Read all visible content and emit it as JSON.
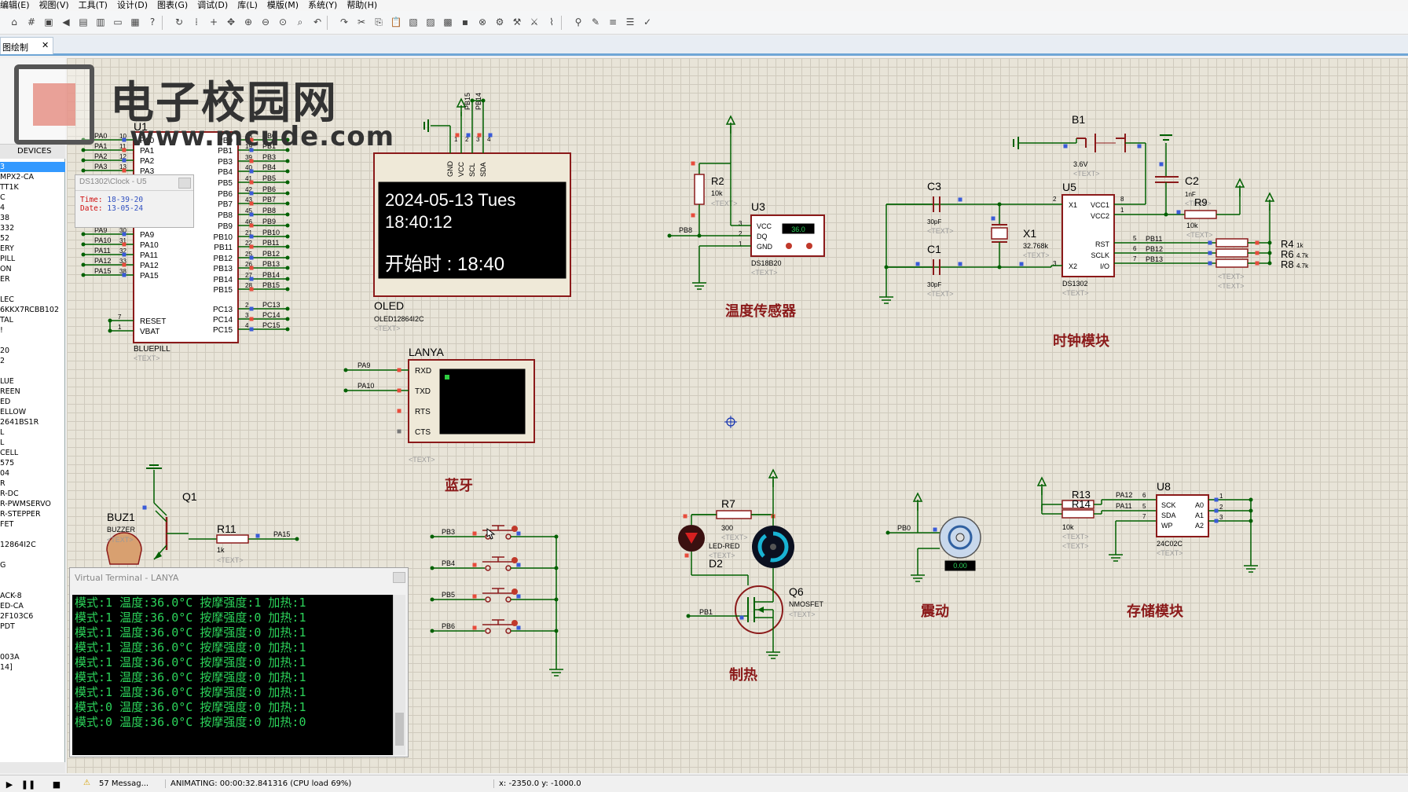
{
  "menu": [
    "编辑(E)",
    "视图(V)",
    "工具(T)",
    "设计(D)",
    "图表(G)",
    "调试(D)",
    "库(L)",
    "模版(M)",
    "系统(Y)",
    "帮助(H)"
  ],
  "tab": {
    "label": "图绘制",
    "close": "✕"
  },
  "sidebar": {
    "header": "DEVICES",
    "items": [
      "3",
      "MPX2-CA",
      "TT1K",
      "C",
      "4",
      "38",
      "332",
      "52",
      "ERY",
      "PILL",
      "ON",
      "ER",
      "",
      "LEC",
      "6KKX7RCBB102",
      "TAL",
      "!",
      "",
      "20",
      "2",
      "",
      "LUE",
      "REEN",
      "ED",
      "ELLOW",
      "2641BS1R",
      "L",
      "L",
      "CELL",
      "575",
      "04",
      "R",
      "R-DC",
      "R-PWMSERVO",
      "R-STEPPER",
      "FET",
      "",
      "12864I2C",
      "",
      "G",
      "",
      "",
      "ACK-8",
      "ED-CA",
      "2F103C6",
      "PDT",
      "",
      "",
      "003A",
      "14]"
    ]
  },
  "watermark": {
    "title": "电子校园网",
    "url": "www.mcude.com"
  },
  "clock_popup": {
    "title": "DS1302\\Clock - U5",
    "time_label": "Time:",
    "time": "18-39-20",
    "date_label": "Date:",
    "date": "13-05-24"
  },
  "oled": {
    "line1": "2024-05-13  Tues",
    "line2": "18:40:12",
    "line3": "开始时 : 18:40",
    "label": "OLED",
    "part": "OLED12864I2C"
  },
  "sections": {
    "temp": "温度传感器",
    "clock": "时钟模块",
    "bluetooth": "蓝牙",
    "heat": "制热",
    "vibration": "震动",
    "storage": "存储模块"
  },
  "u1": {
    "ref": "U1",
    "part": "BLUEPILL",
    "left_pins": [
      [
        "PA0",
        "10"
      ],
      [
        "PA1",
        "11"
      ],
      [
        "PA2",
        "12"
      ],
      [
        "PA3",
        "13"
      ],
      [
        "PA9",
        "30"
      ],
      [
        "PA10",
        "31"
      ],
      [
        "PA11",
        "32"
      ],
      [
        "PA12",
        "33"
      ],
      [
        "PA15",
        "38"
      ]
    ],
    "left_labels": [
      "PA0",
      "PA1",
      "PA2",
      "PA3",
      "PA9",
      "PA10",
      "PA11",
      "PA12",
      "PA15"
    ],
    "right_pins": [
      [
        "PB0",
        "18"
      ],
      [
        "PB1",
        "19"
      ],
      [
        "PB3",
        "39"
      ],
      [
        "PB4",
        "40"
      ],
      [
        "PB5",
        "41"
      ],
      [
        "PB6",
        "42"
      ],
      [
        "PB7",
        "43"
      ],
      [
        "PB8",
        "45"
      ],
      [
        "PB9",
        "46"
      ],
      [
        "PB10",
        "21"
      ],
      [
        "PB11",
        "22"
      ],
      [
        "PB12",
        "25"
      ],
      [
        "PB13",
        "26"
      ],
      [
        "PB14",
        "27"
      ],
      [
        "PB15",
        "28"
      ],
      [
        "PC13",
        "2"
      ],
      [
        "PC14",
        "3"
      ],
      [
        "PC15",
        "4"
      ]
    ],
    "bottom_left": [
      [
        "RESET",
        "7"
      ],
      [
        "VBAT",
        "1"
      ]
    ]
  },
  "temp_sensor": {
    "ref": "U3",
    "part": "DS18B20",
    "reading": "36.0",
    "r_ref": "R2",
    "r_val": "10k",
    "net": "PB8",
    "pins": [
      "VCC",
      "DQ",
      "GND"
    ]
  },
  "rtc": {
    "ref": "U5",
    "part": "DS1302",
    "battery": "B1",
    "battery_v": "3.6V",
    "xtal": "X1",
    "xtal_f": "32.768k",
    "c1": "C1",
    "c3": "C3",
    "cap_val": "30pF",
    "c2": "C2",
    "c2_val": "1nF",
    "r9": "R9",
    "r9_val": "10k",
    "r4": "R4",
    "r4_val": "1k",
    "r6": "R6",
    "r6_val": "4.7k",
    "r8": "R8",
    "r8_val": "4.7k",
    "nets": [
      "PB11",
      "PB12",
      "PB13"
    ],
    "pins": [
      "X1",
      "VCC1",
      "VCC2",
      "RST",
      "SCLK",
      "I/O",
      "X2"
    ]
  },
  "bt": {
    "ref": "LANYA",
    "nets": [
      "PA9",
      "PA10"
    ],
    "pins": [
      "RXD",
      "TXD",
      "RTS",
      "CTS"
    ]
  },
  "buzzer": {
    "ref": "BUZ1",
    "part": "BUZZER",
    "q": "Q1",
    "r": "R11",
    "r_val": "1k",
    "net": "PA15"
  },
  "buttons": {
    "nets": [
      "PB3",
      "PB4",
      "PB5",
      "PB6"
    ]
  },
  "heater": {
    "led": "D2",
    "led_part": "LED-RED",
    "r": "R7",
    "r_val": "300",
    "q": "Q6",
    "q_part": "NMOSFET",
    "net": "PB1"
  },
  "vib": {
    "net": "PB0",
    "reading": "0.00"
  },
  "eeprom": {
    "ref": "U8",
    "part": "24C02C",
    "r13": "R13",
    "r14": "R14",
    "r_val": "10k",
    "nets": [
      "PA12",
      "PA11"
    ],
    "pins": [
      "SCK",
      "SDA",
      "WP",
      "A0",
      "A1",
      "A2"
    ]
  },
  "text_placeholder": "<TEXT>",
  "terminal": {
    "title": "Virtual Terminal - LANYA",
    "lines": [
      "模式:1 温度:36.0°C 按摩强度:1 加热:1",
      "模式:1 温度:36.0°C 按摩强度:0 加热:1",
      "模式:1 温度:36.0°C 按摩强度:0 加热:1",
      "模式:1 温度:36.0°C 按摩强度:0 加热:1",
      "模式:1 温度:36.0°C 按摩强度:0 加热:1",
      "模式:1 温度:36.0°C 按摩强度:0 加热:1",
      "模式:1 温度:36.0°C 按摩强度:0 加热:1",
      "模式:0 温度:36.0°C 按摩强度:0 加热:1",
      "模式:0 温度:36.0°C 按摩强度:0 加热:0"
    ]
  },
  "status": {
    "messages": "57 Messag...",
    "animating": "ANIMATING: 00:00:32.841316 (CPU load 69%)",
    "coords": "x:    -2350.0  y:      -1000.0"
  },
  "colors": {
    "wire": "#006000",
    "body": "#ffffff",
    "outline": "#8b1a1a",
    "label": "#000080",
    "section": "#8b1a1a",
    "grid": "#e8e4d8",
    "terminal_text": "#2cd35a"
  }
}
